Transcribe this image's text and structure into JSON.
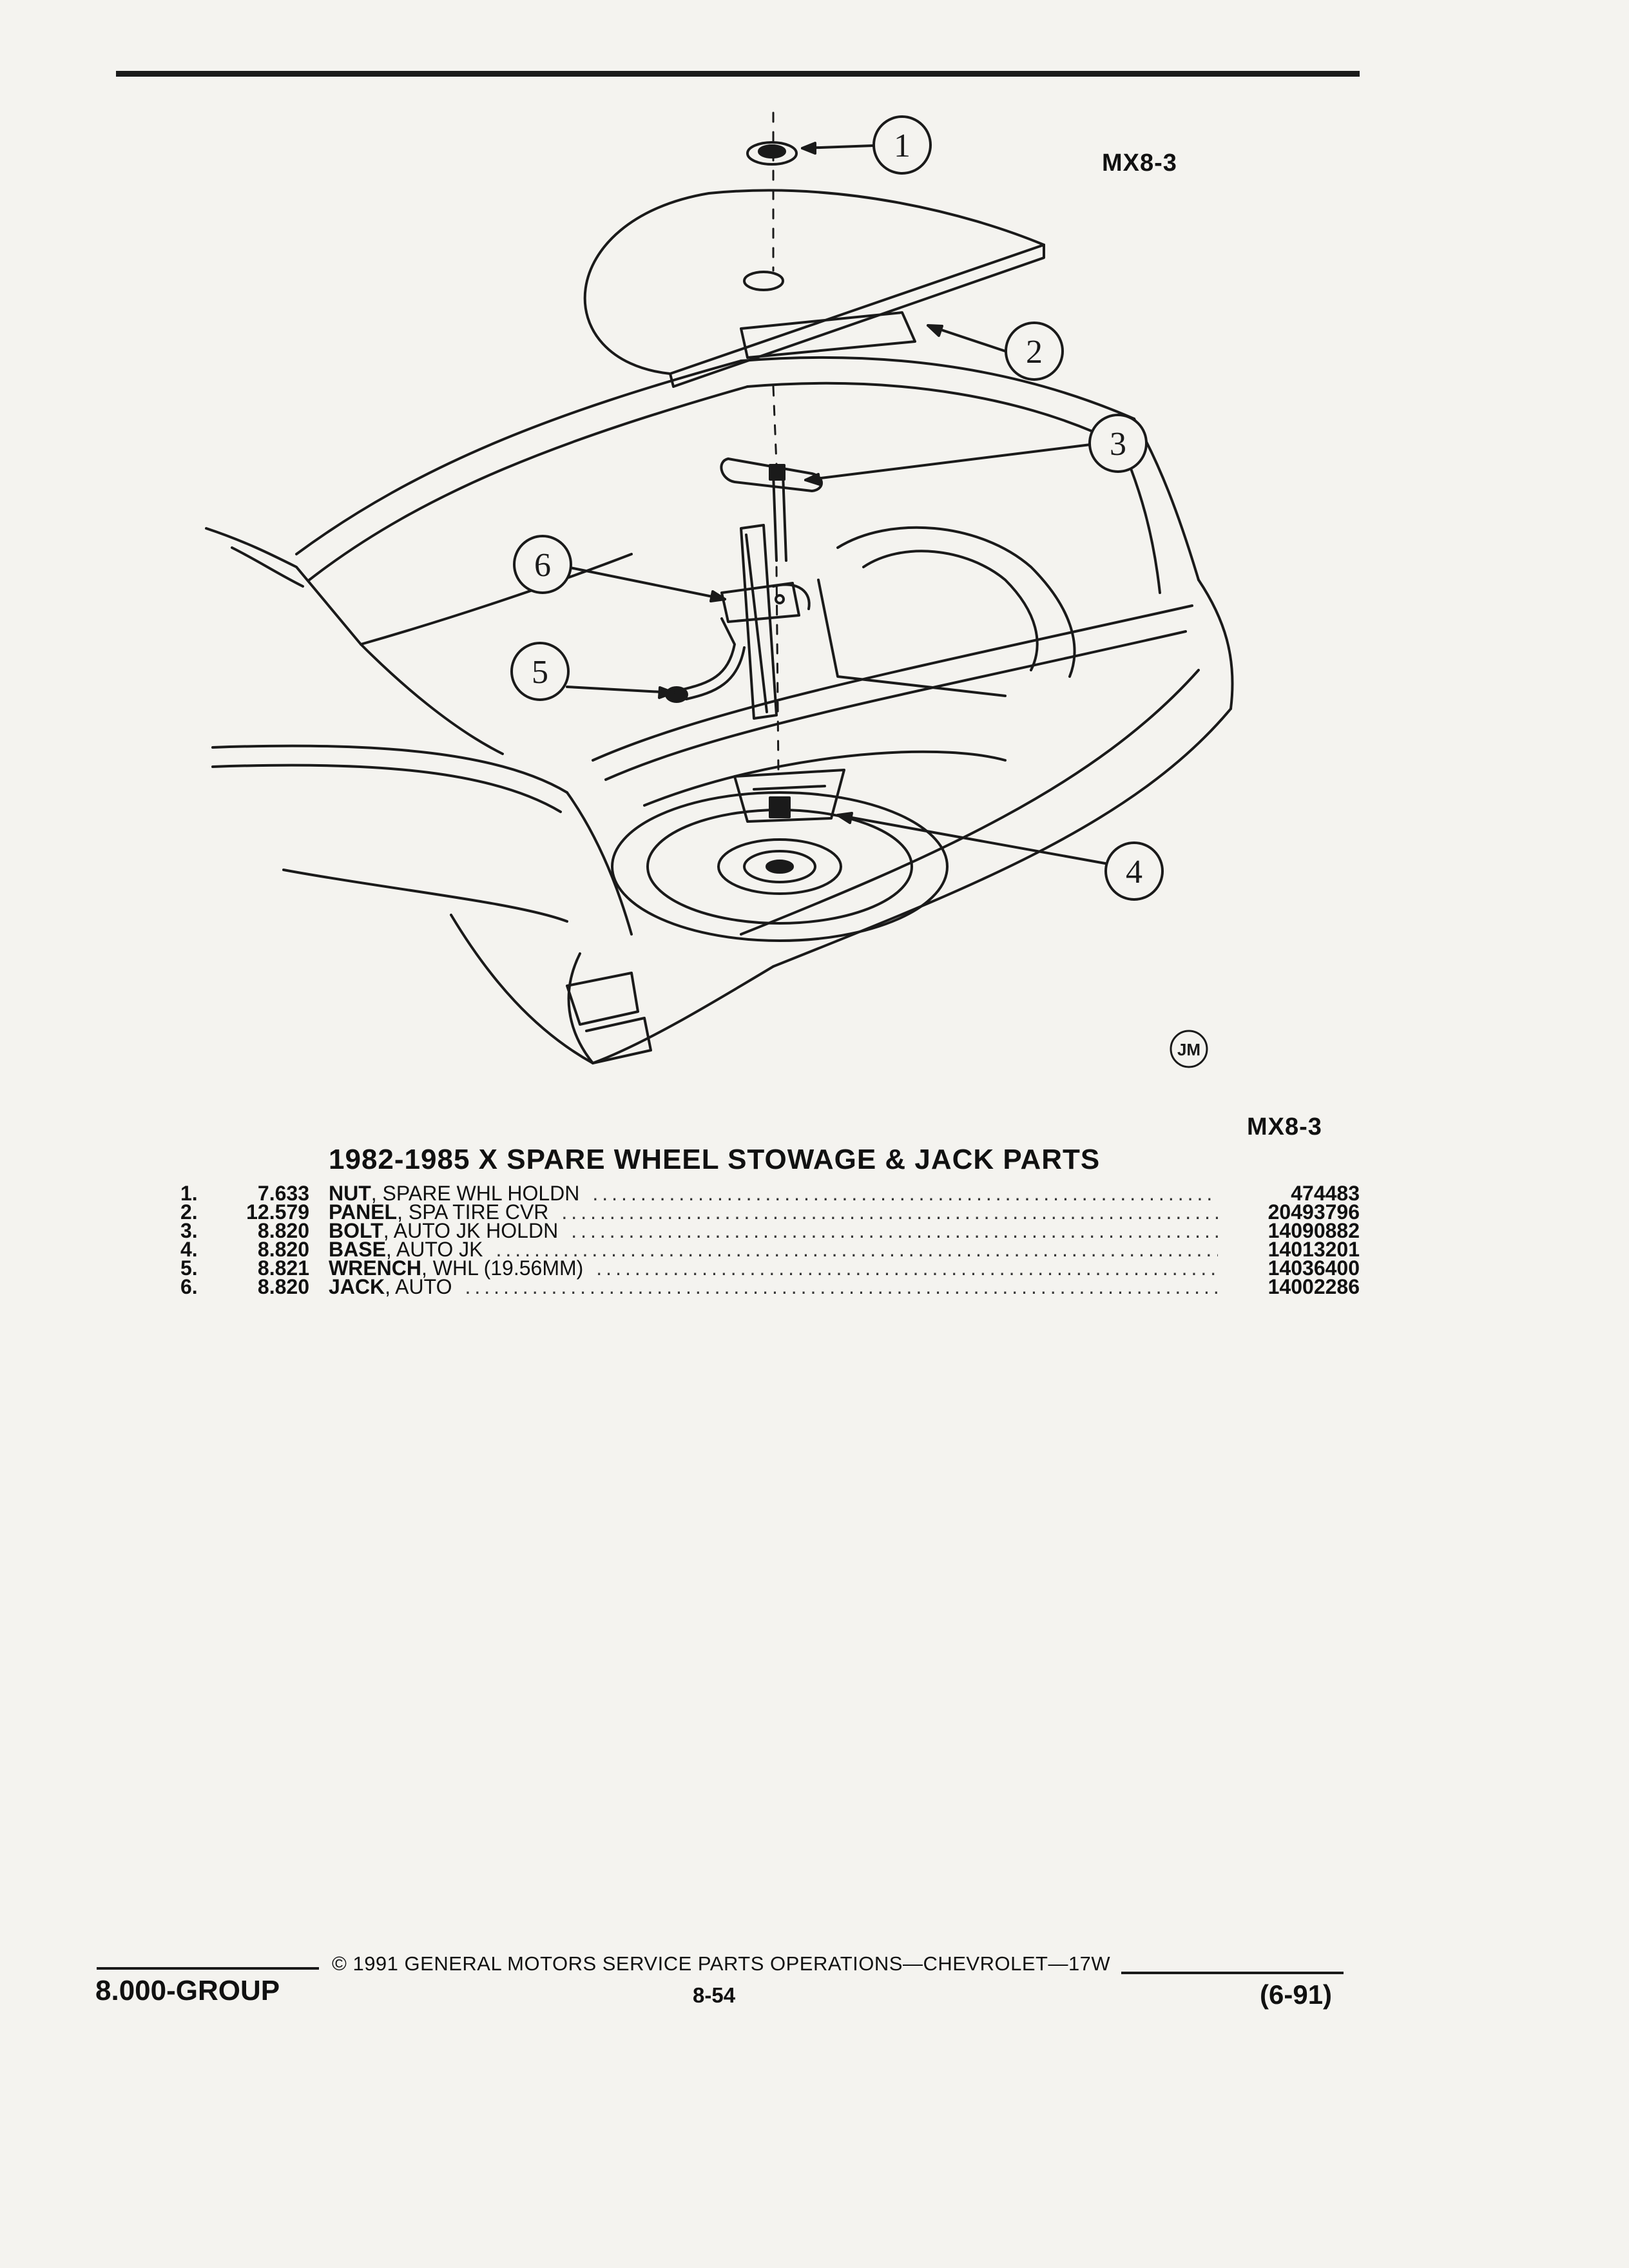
{
  "figure": {
    "id_top": "MX8-3",
    "id_bottom": "MX8-3",
    "artist_mark": "JM",
    "callouts": [
      "1",
      "2",
      "3",
      "4",
      "5",
      "6"
    ]
  },
  "title": "1982-1985 X SPARE WHEEL STOWAGE & JACK PARTS",
  "parts": [
    {
      "no": "1.",
      "group": "7.633",
      "name": "NUT",
      "desc": ", SPARE WHL HOLDN",
      "part": "474483"
    },
    {
      "no": "2.",
      "group": "12.579",
      "name": "PANEL",
      "desc": ", SPA TIRE CVR",
      "part": "20493796"
    },
    {
      "no": "3.",
      "group": "8.820",
      "name": "BOLT",
      "desc": ", AUTO JK HOLDN",
      "part": "14090882"
    },
    {
      "no": "4.",
      "group": "8.820",
      "name": "BASE",
      "desc": ", AUTO JK",
      "part": "14013201"
    },
    {
      "no": "5.",
      "group": "8.821",
      "name": "WRENCH",
      "desc": ", WHL (19.56MM)",
      "part": "14036400"
    },
    {
      "no": "6.",
      "group": "8.820",
      "name": "JACK",
      "desc": ", AUTO",
      "part": "14002286"
    }
  ],
  "footer": {
    "group": "8.000-GROUP",
    "copyright": "© 1991 GENERAL MOTORS SERVICE PARTS OPERATIONS—CHEVROLET—17W",
    "page": "8-54",
    "date": "(6-91)"
  }
}
